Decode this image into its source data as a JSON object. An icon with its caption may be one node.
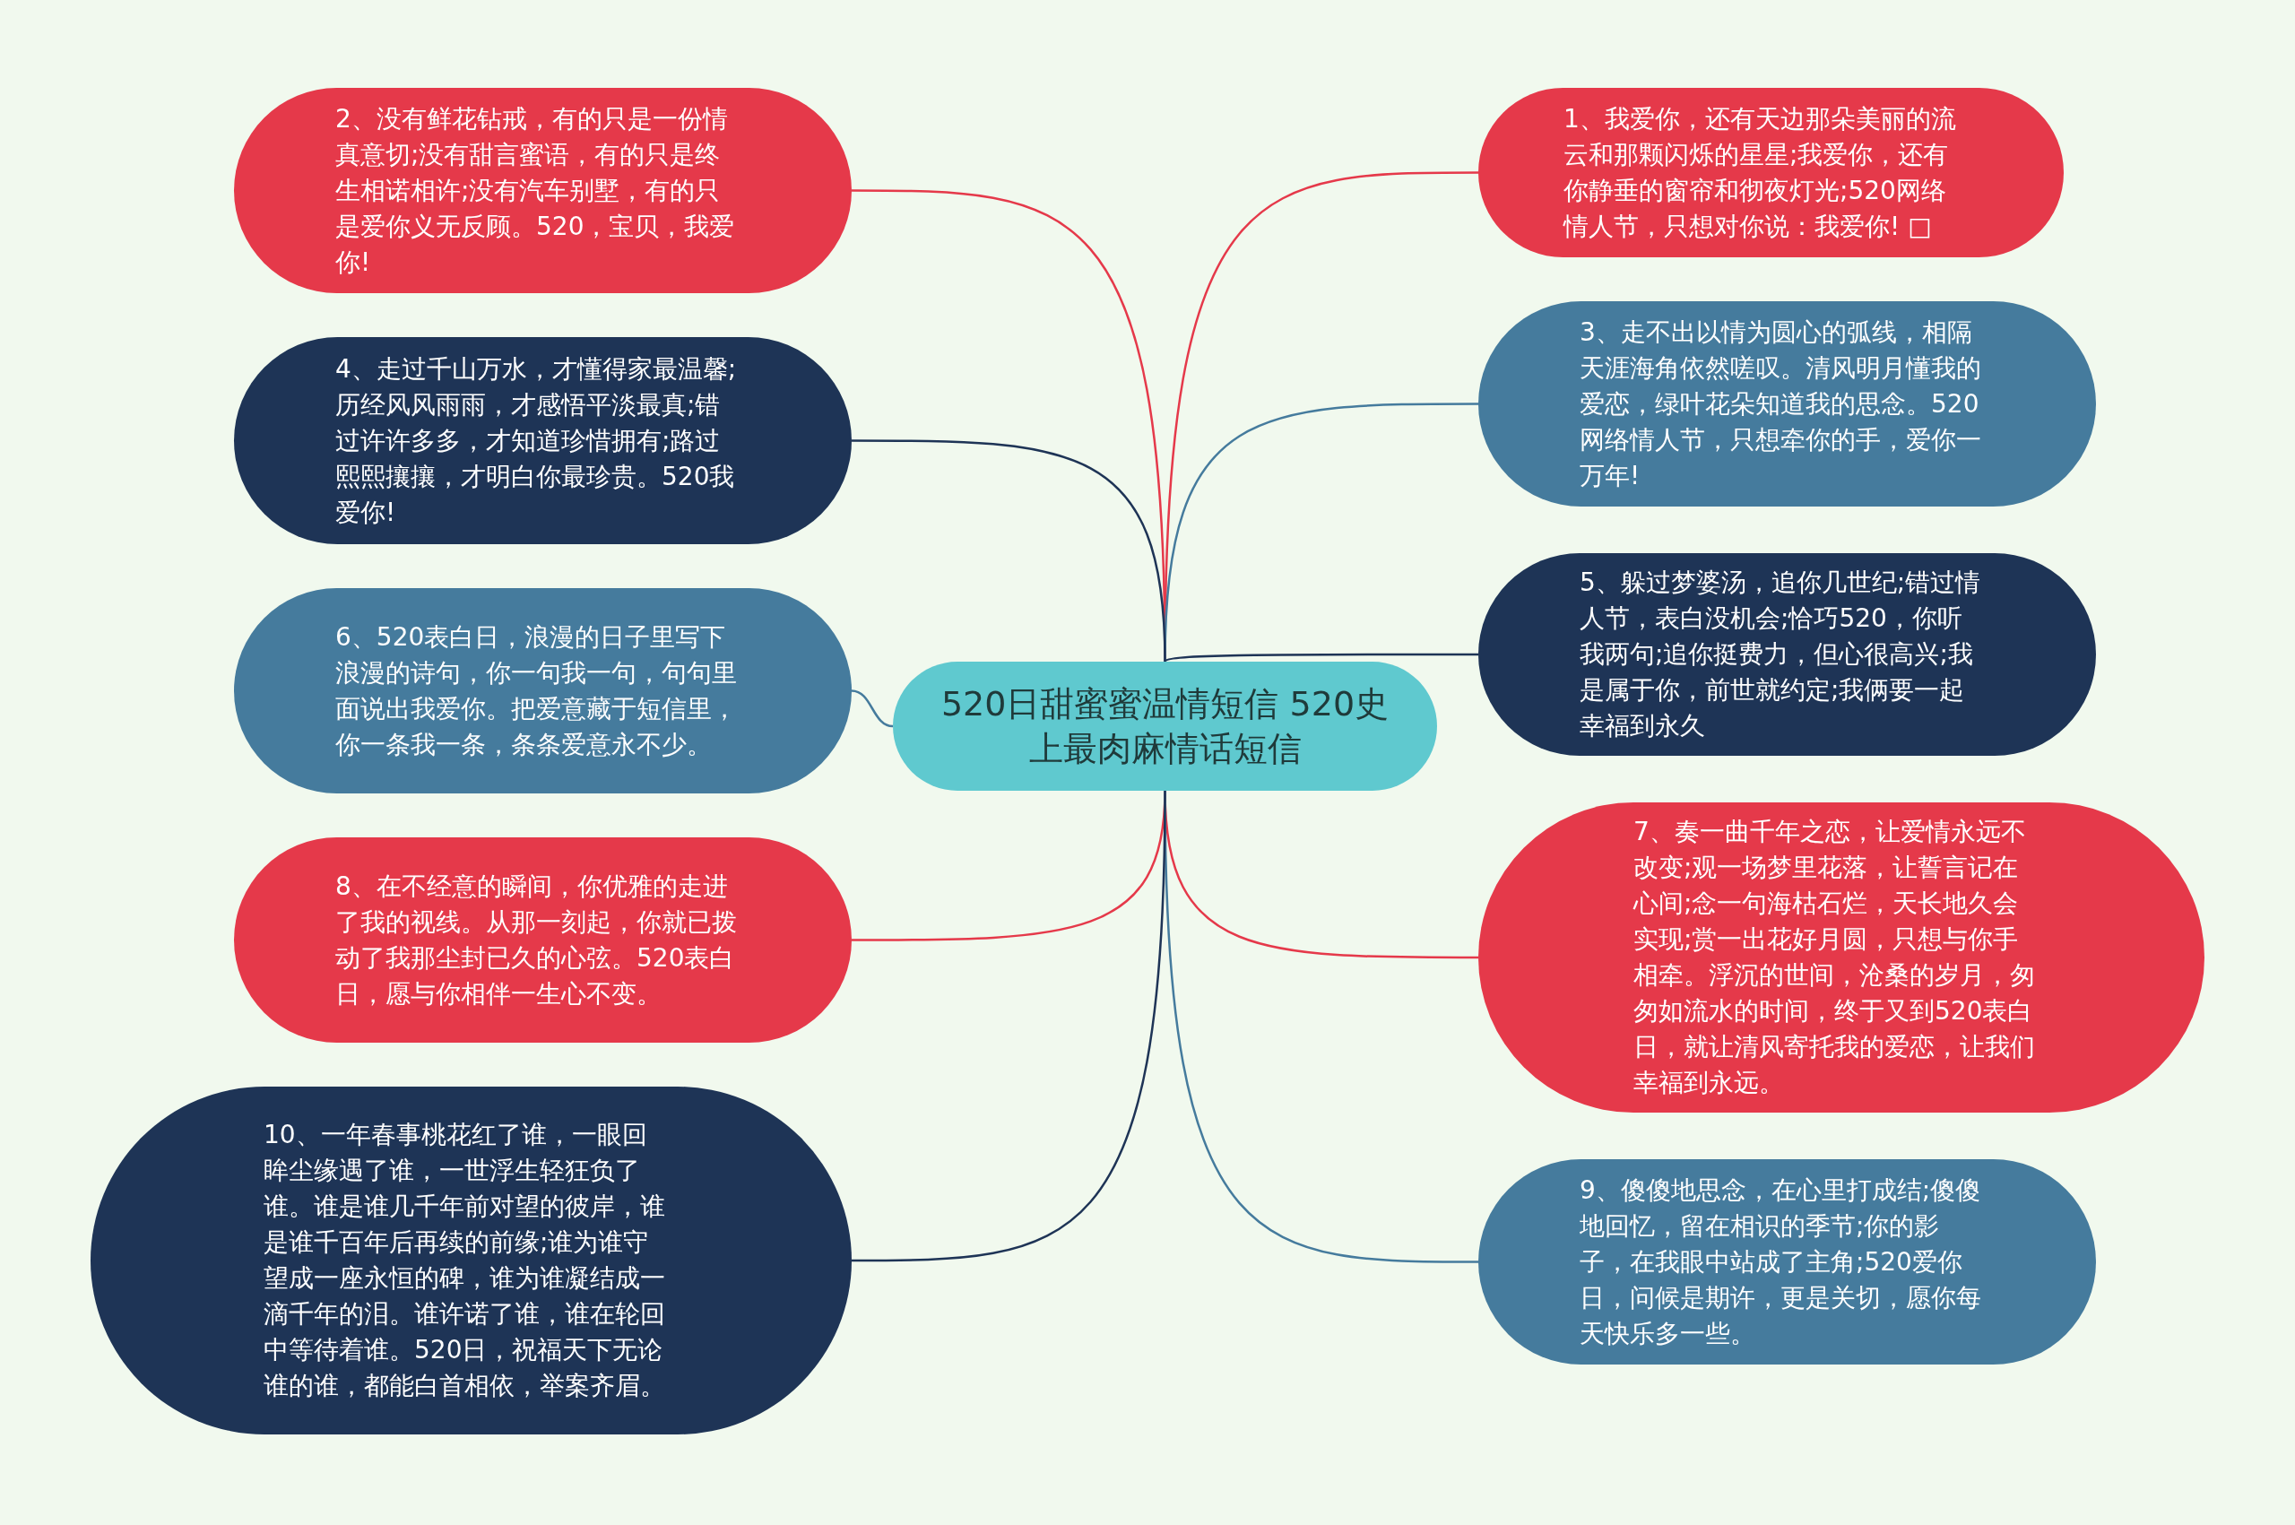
{
  "diagram": {
    "nodes": [
      {
        "text": [
          "520日甜蜜蜜温情短信 520史上最肉麻情话短信"
        ]
      },
      {
        "text": [
          "1、我爱你，还有天边那朵美丽的流云和那颗闪烁的星星;我爱你，还有你静垂的窗帘和彻夜灯光;520网络情人节，只想对你说：我爱你! □"
        ]
      },
      {
        "text": [
          "2、没有鲜花钻戒，有的只是一份情真意切;没有甜言蜜语，有的只是终生相诺相许;没有汽车别墅，有的只是爱你义无反顾。520，宝贝，我爱你!"
        ]
      },
      {
        "text": [
          "3、走不出以情为圆心的弧线，相隔天涯海角依然嗟叹。清风明月懂我的爱恋，绿叶花朵知道我的思念。520网络情人节，只想牵你的手，爱你一万年!"
        ]
      },
      {
        "text": [
          "4、走过千山万水，才懂得家最温馨;历经风风雨雨，才感悟平淡最真;错过许许多多，才知道珍惜拥有;路过熙熙攘攘，才明白你最珍贵。520我爱你!"
        ]
      },
      {
        "text": [
          "5、躲过梦婆汤，追你几世纪;错过情人节，表白没机会;恰巧520，你听我两句;追你挺费力，但心很高兴;我是属于你，前世就约定;我俩要一起幸福到永久"
        ]
      },
      {
        "text": [
          "6、520表白日，浪漫的日子里写下浪漫的诗句，你一句我一句，句句里面说出我爱你。把爱意藏于短信里，你一条我一条，条条爱意永不少。"
        ]
      },
      {
        "text": [
          "7、奏一曲千年之恋，让爱情永远不改变;观一场梦里花落，让誓言记在心间;念一句海枯石烂，天长地久会实现;赏一出花好月圆，只想与你手相牵。浮沉的世间，沧桑的岁月，匆匆如流水的时间，终于又到520表白日，就让清风寄托我的爱恋，让我们幸福到永远。"
        ]
      },
      {
        "text": [
          "8、在不经意的瞬间，你优雅的走进了我的视线。从那一刻起，你就已拨动了我那尘封已久的心弦。520表白日，愿与你相伴一生心不变。"
        ]
      },
      {
        "text": [
          "9、傻傻地思念，在心里打成结;傻傻地回忆，留在相识的季节;你的影子，在我眼中站成了主角;520爱你日，问候是期许，更是关切，愿你每天快乐多一些。"
        ]
      },
      {
        "text": [
          "10、一年春事桃花红了谁，一眼回眸尘缘遇了谁，一世浮生轻狂负了谁。谁是谁几千年前对望的彼岸，谁是谁千百年后再续的前缘;谁为谁守望成一座永恒的碑，谁为谁凝结成一滴千年的泪。谁许诺了谁，谁在轮回中等待着谁。520日，祝福天下无论谁的谁，都能白首相依，举案齐眉。"
        ]
      }
    ],
    "edges": [
      {
        "from": 0,
        "to": 1,
        "arrow": "none",
        "color": "#e5394a"
      },
      {
        "from": 0,
        "to": 2,
        "arrow": "none",
        "color": "#e5394a"
      },
      {
        "from": 0,
        "to": 3,
        "arrow": "none",
        "color": "#457b9d"
      },
      {
        "from": 0,
        "to": 4,
        "arrow": "none",
        "color": "#1e3456"
      },
      {
        "from": 0,
        "to": 5,
        "arrow": "none",
        "color": "#1e3456"
      },
      {
        "from": 0,
        "to": 6,
        "arrow": "none",
        "color": "#457b9d"
      },
      {
        "from": 0,
        "to": 7,
        "arrow": "none",
        "color": "#e5394a"
      },
      {
        "from": 0,
        "to": 8,
        "arrow": "none",
        "color": "#e5394a"
      },
      {
        "from": 0,
        "to": 9,
        "arrow": "none",
        "color": "#457b9d"
      },
      {
        "from": 0,
        "to": 10,
        "arrow": "none",
        "color": "#1e3456"
      }
    ]
  }
}
